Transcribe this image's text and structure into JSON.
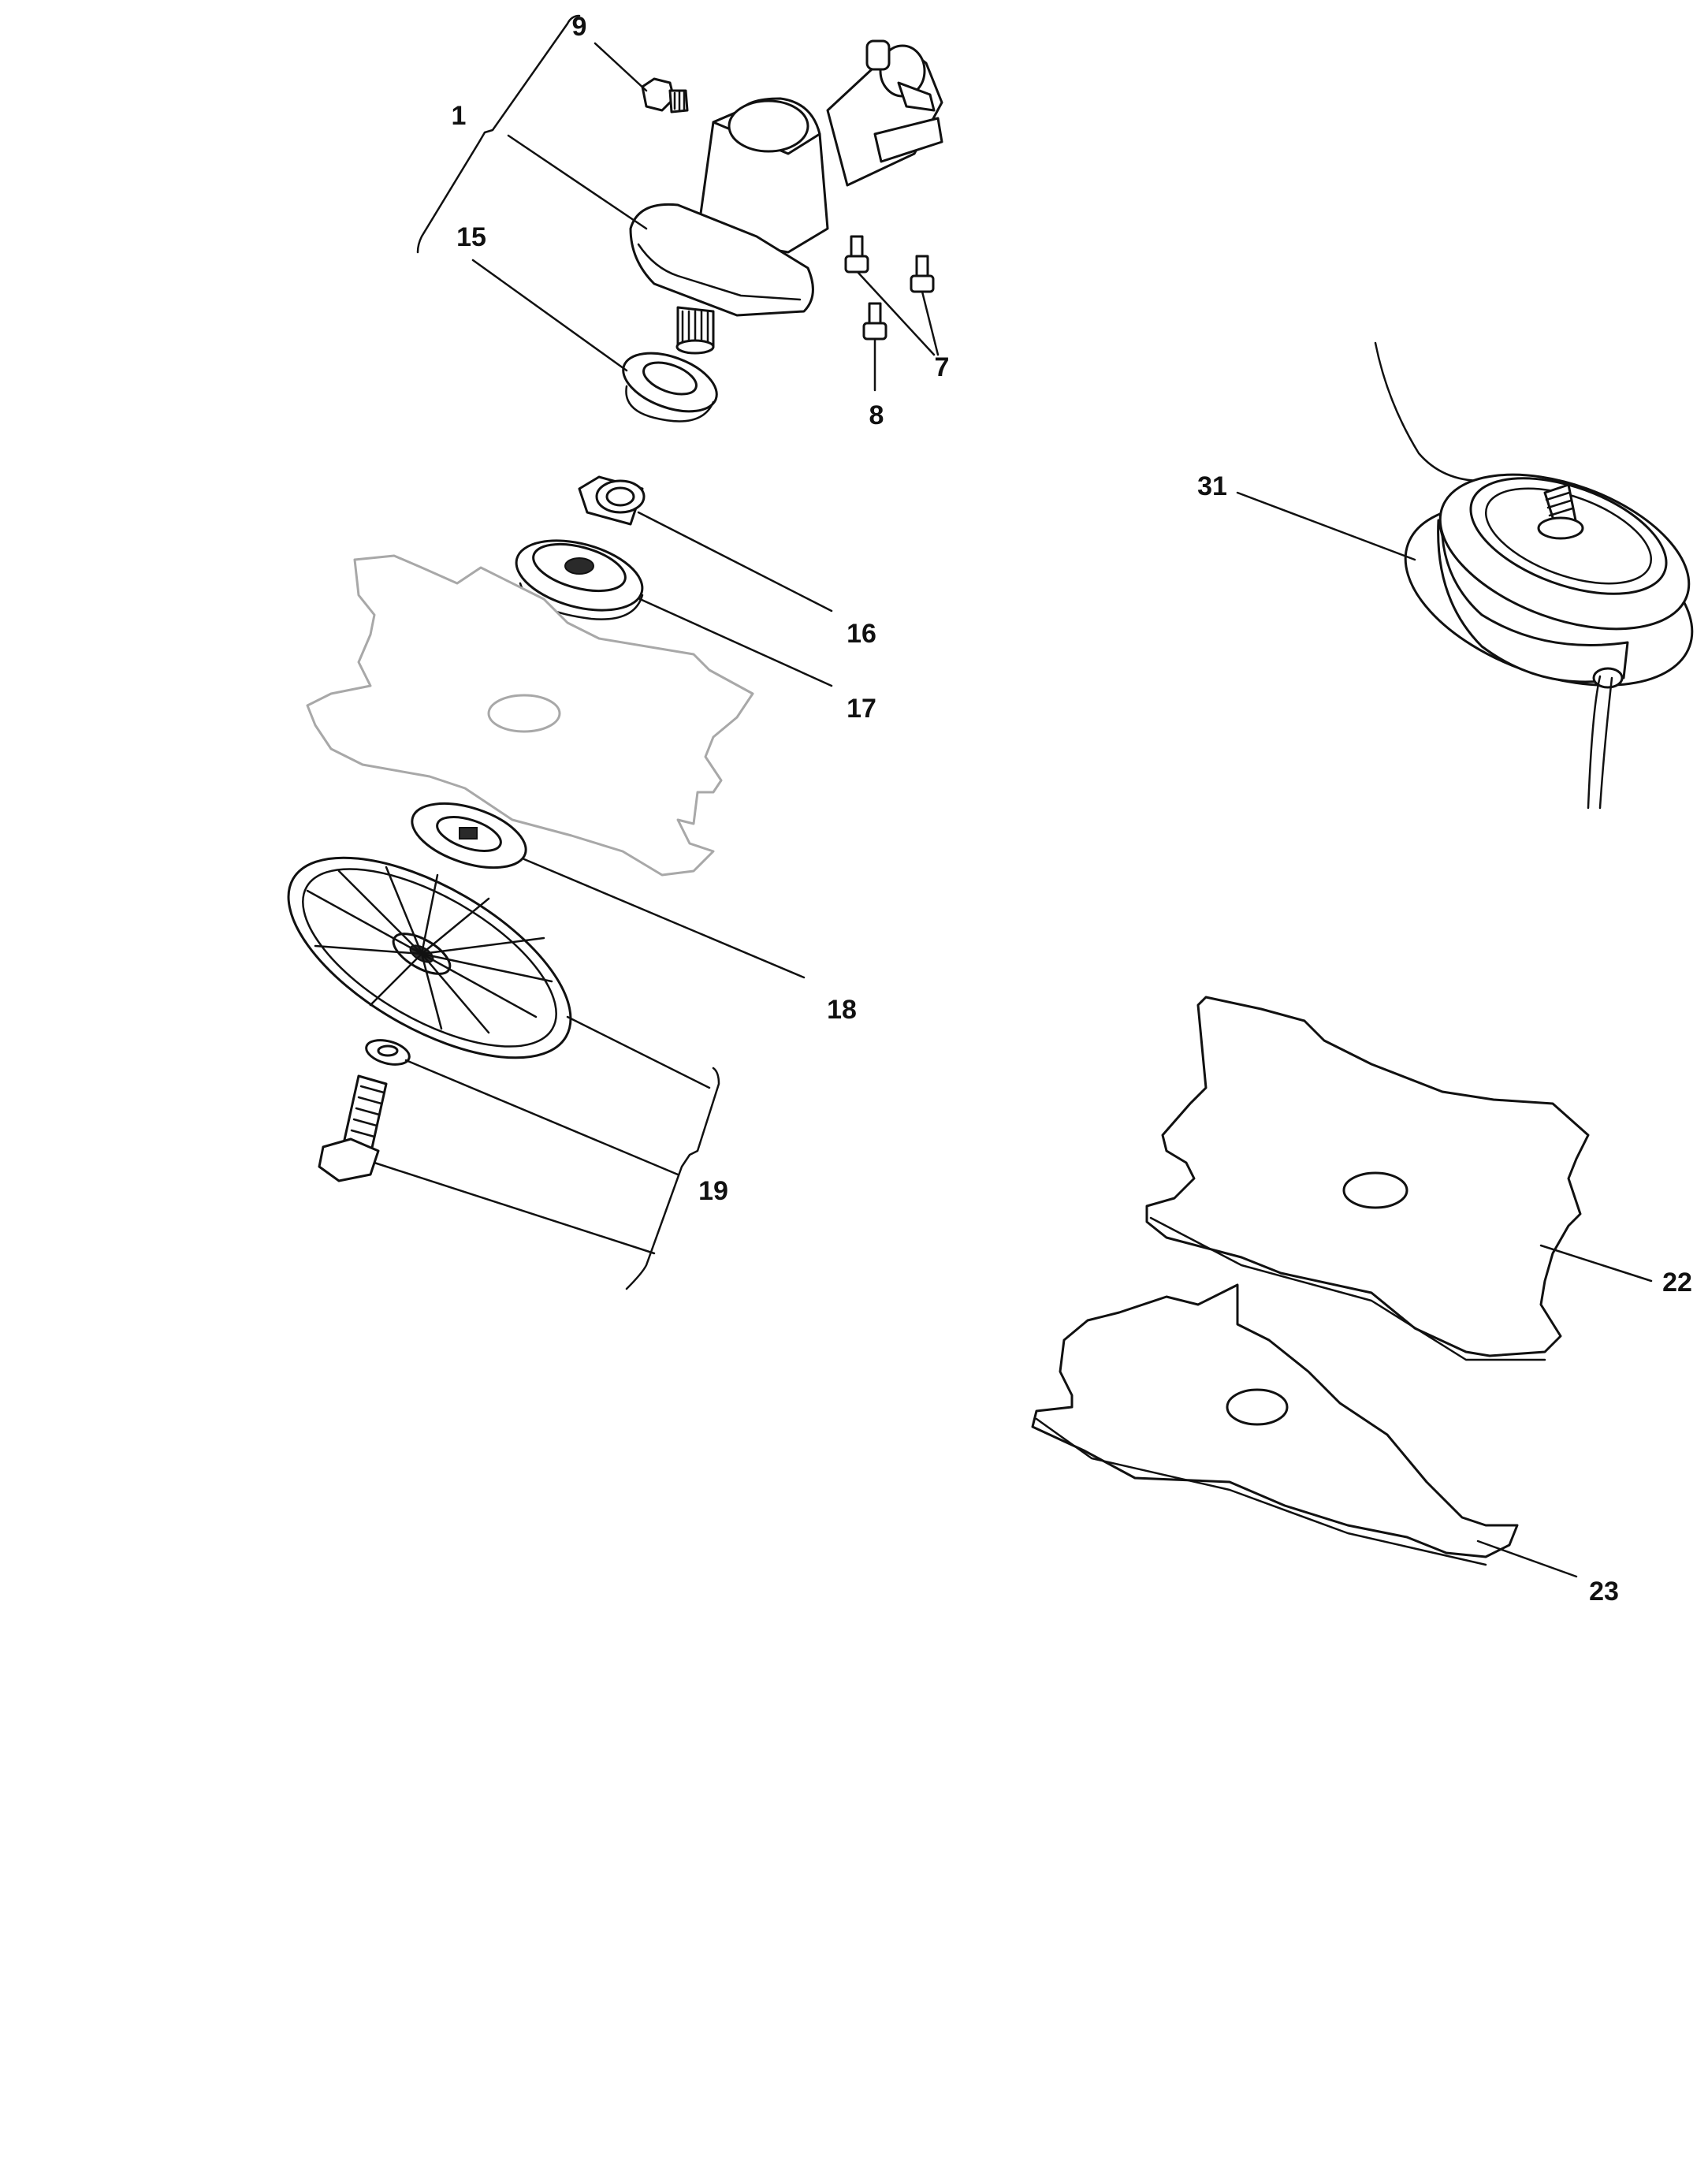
{
  "callouts": {
    "c1": "1",
    "c7": "7",
    "c8": "8",
    "c9": "9",
    "c15": "15",
    "c16": "16",
    "c17": "17",
    "c18": "18",
    "c19": "19",
    "c22": "22",
    "c23": "23",
    "c31": "31"
  },
  "colors": {
    "line": "#111111",
    "ghost_blade": "#a8a8a8",
    "background": "#ffffff"
  }
}
